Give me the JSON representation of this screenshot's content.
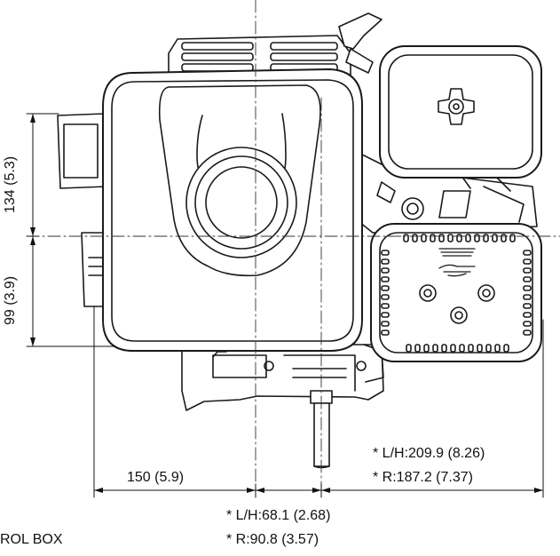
{
  "dimensions": {
    "left_upper_height": "134 (5.3)",
    "left_lower_height": "99 (3.9)",
    "bottom_width": "150 (5.9)",
    "right_note_lh": "* L/H:209.9 (8.26)",
    "right_note_r": "* R:187.2 (7.37)",
    "bottom_note_lh": "* L/H:68.1 (2.68)",
    "bottom_note_r": "* R:90.8 (3.57)"
  },
  "footnote": "ROL BOX"
}
